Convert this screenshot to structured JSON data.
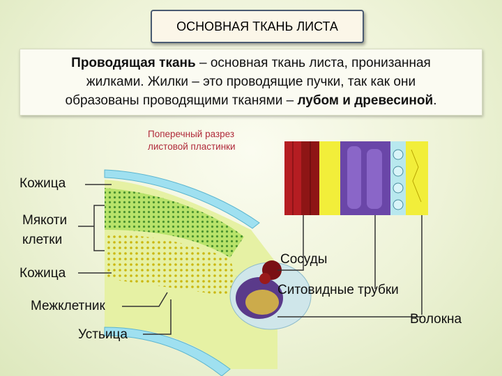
{
  "title": "ОСНОВНАЯ ТКАНЬ ЛИСТА",
  "definition": {
    "line1_bold": "Проводящая ткань",
    "line1_rest": " – основная ткань листа, пронизанная",
    "line2": "жилками. Жилки – это проводящие пучки, так как они",
    "line3_start": "образованы проводящими тканями – ",
    "line3_bold": "лубом и древесиной",
    "line3_end": "."
  },
  "caption": {
    "line1": "Поперечный разрез",
    "line2": "листовой пластинки"
  },
  "labels": {
    "epidermis_top": "Кожица",
    "mesophyll_line1": "Мякоти",
    "mesophyll_line2": "клетки",
    "epidermis_bottom": "Кожица",
    "intercellular": "Межклетник",
    "stoma": "Устьица",
    "vessels": "Сосуды",
    "sieve_tubes": "Ситовидные трубки",
    "fibers": "Волокна"
  },
  "colors": {
    "title_border": "#4a5b72",
    "caption_text": "#b02a3a",
    "epidermis": "#9fe0f0",
    "palisade": "#b8e36a",
    "spongy": "#e2ee8a",
    "vessels": "#7a1014",
    "phloem": "#5a3a8a",
    "fibers": "#f2ee3a"
  }
}
